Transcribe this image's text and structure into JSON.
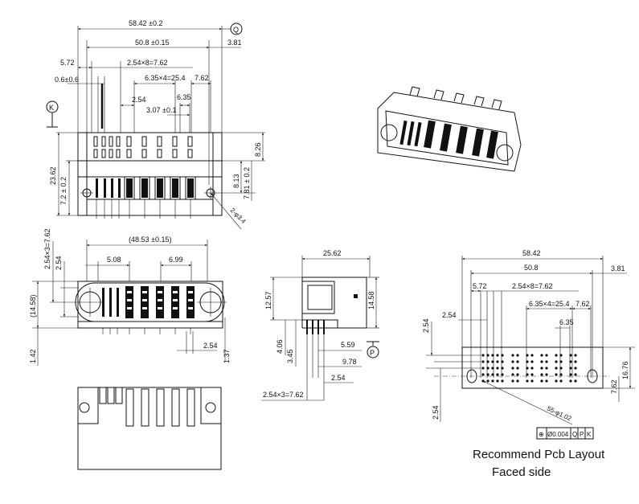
{
  "drawing": {
    "top_view": {
      "dims": {
        "overall_width": "58.42 ±0.2",
        "pitch_span": "50.8 ±0.15",
        "edge_offset": "3.81",
        "signal_offset": "5.72",
        "signal_pitch": "2.54×8=7.62",
        "slot_width": "0.6±0.6",
        "power_pitch": "6.35×4=25.4",
        "power_gap": "7.62",
        "pin_pitch": "2.54",
        "pin_step": "6.35",
        "pin_offset": "3.07 ±0.1",
        "body_height": "23.62",
        "upper_height": "8.26",
        "lower_height": "8.13",
        "height_lower": "7.2 ± 0.2",
        "hole_offset": "7.81 ± 0.2",
        "hole_dia": "2-φ3.4"
      },
      "datum_k": "K",
      "datum_q": "Q"
    },
    "front_view": {
      "dims": {
        "inner_width": "(48.53 ±0.15)",
        "pitch_vertical": "2.54×3=7.62",
        "pin_pitch": "2.54",
        "left_offset": "5.08",
        "right_offset": "6.99",
        "height": "(14.58)",
        "foot": "1.42",
        "pin_span": "2.54",
        "foot_right": "1.37"
      }
    },
    "side_view": {
      "dims": {
        "overall": "25.62",
        "upper": "12.57",
        "total": "14.58",
        "leg_a": "4.06",
        "leg_b": "3.45",
        "leg_c": "5.59",
        "leg_d": "9.78",
        "leg_e": "2.54",
        "pitch": "2.54×3=7.62"
      },
      "datum_p": "P"
    },
    "pcb_layout": {
      "dims": {
        "overall": "58.42",
        "pitch_span": "50.8",
        "edge_offset": "3.81",
        "signal_offset": "5.72",
        "signal_pitch": "2.54×8=7.62",
        "left_pitch": "2.54",
        "power_pitch": "6.35×4=25.4",
        "power_gap": "7.62",
        "pin_step": "6.35",
        "v_pitch": "2.54",
        "height": "16.76",
        "row_offset": "7.62",
        "bottom_pitch": "2.54",
        "hole_dia": "55-φ1.02"
      },
      "tolerance_frame": [
        "⊕",
        "Ø0.004",
        "Q",
        "P",
        "K"
      ],
      "caption_line1": "Recommend Pcb Layout",
      "caption_line2": "Faced side"
    }
  }
}
